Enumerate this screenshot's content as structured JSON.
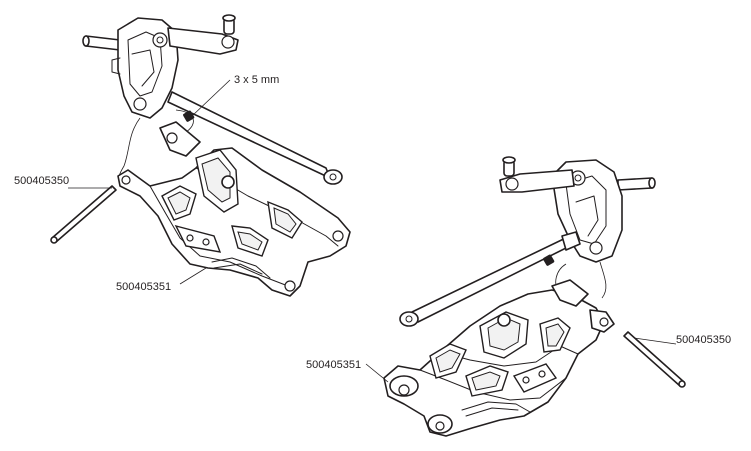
{
  "labels": {
    "screw_left": "3 x 5 mm",
    "pin_left": "500405350",
    "arm_left": "500405351",
    "arm_right": "500405351",
    "pin_right": "500405350"
  },
  "colors": {
    "line": "#231f20",
    "fill": "#ffffff"
  }
}
